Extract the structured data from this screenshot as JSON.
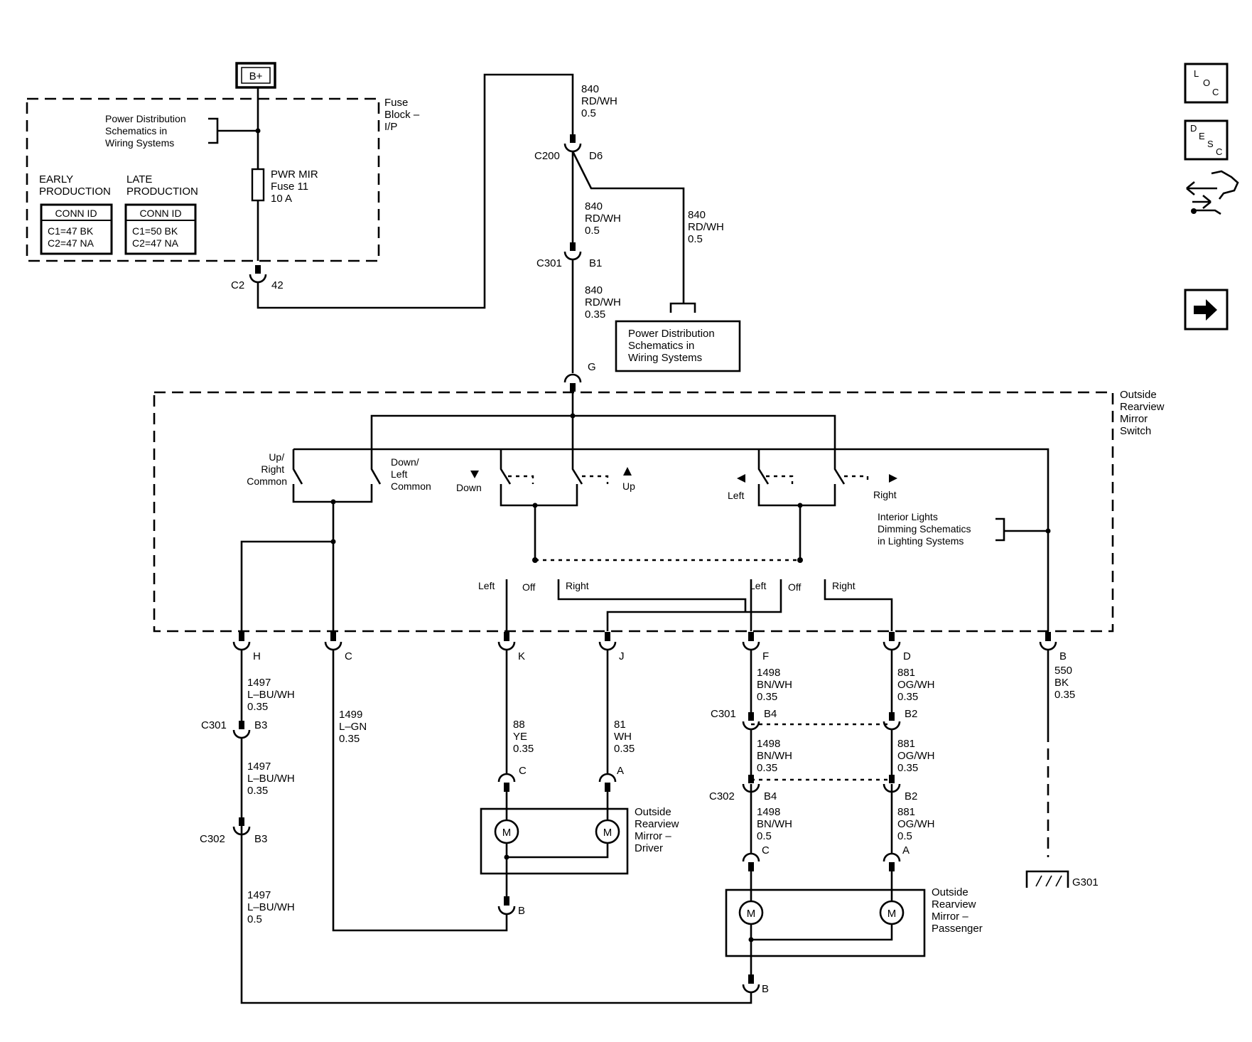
{
  "power_source": "B+",
  "fuse_block": {
    "title": [
      "Fuse",
      "Block –",
      "I/P"
    ],
    "power_ref": [
      "Power Distribution",
      "Schematics in",
      "Wiring Systems"
    ],
    "early": {
      "title": [
        "EARLY",
        "PRODUCTION"
      ],
      "table_header": "CONN ID",
      "rows": [
        "C1=47 BK",
        "C2=47 NA"
      ]
    },
    "late": {
      "title": [
        "LATE",
        "PRODUCTION"
      ],
      "table_header": "CONN ID",
      "rows": [
        "C1=50 BK",
        "C2=47 NA"
      ]
    },
    "fuse": [
      "PWR MIR",
      "Fuse 11",
      "10 A"
    ],
    "out_connector": "C2",
    "out_pin": "42"
  },
  "wires": {
    "w840_top": [
      "840",
      "RD/WH",
      "0.5"
    ],
    "w840_mid": [
      "840",
      "RD/WH",
      "0.5"
    ],
    "w840_branch": [
      "840",
      "RD/WH",
      "0.5"
    ],
    "w840_bot": [
      "840",
      "RD/WH",
      "0.35"
    ],
    "w1497_a": [
      "1497",
      "L–BU/WH",
      "0.35"
    ],
    "w1497_b": [
      "1497",
      "L–BU/WH",
      "0.35"
    ],
    "w1497_c": [
      "1497",
      "L–BU/WH",
      "0.5"
    ],
    "w1499": [
      "1499",
      "L–GN",
      "0.35"
    ],
    "w88": [
      "88",
      "YE",
      "0.35"
    ],
    "w81": [
      "81",
      "WH",
      "0.35"
    ],
    "w1498_a": [
      "1498",
      "BN/WH",
      "0.35"
    ],
    "w1498_b": [
      "1498",
      "BN/WH",
      "0.35"
    ],
    "w1498_c": [
      "1498",
      "BN/WH",
      "0.5"
    ],
    "w881_a": [
      "881",
      "OG/WH",
      "0.35"
    ],
    "w881_b": [
      "881",
      "OG/WH",
      "0.35"
    ],
    "w881_c": [
      "881",
      "OG/WH",
      "0.5"
    ],
    "w550": [
      "550",
      "BK",
      "0.35"
    ]
  },
  "connectors": {
    "c200": "C200",
    "c200_pin": "D6",
    "c301": "C301",
    "c301_b1": "B1",
    "switch_g": "G",
    "pin_h": "H",
    "pin_c": "C",
    "pin_k": "K",
    "pin_j": "J",
    "pin_f": "F",
    "pin_d": "D",
    "pin_b": "B",
    "c301_left": "C301",
    "c301_b3": "B3",
    "c302_left": "C302",
    "c302_b3": "B3",
    "c301_right": "C301",
    "c301_b4": "B4",
    "c301_b2": "B2",
    "c302_right": "C302",
    "c302_b4": "B4",
    "c302_b2": "B2",
    "drv_c": "C",
    "drv_a": "A",
    "drv_b": "B",
    "pas_c": "C",
    "pas_a": "A",
    "pas_b": "B"
  },
  "power_ref_right": [
    "Power Distribution",
    "Schematics in",
    "Wiring Systems"
  ],
  "switch": {
    "title": [
      "Outside",
      "Rearview",
      "Mirror",
      "Switch"
    ],
    "up_right_common": [
      "Up/",
      "Right",
      "Common"
    ],
    "down_left_common": [
      "Down/",
      "Left",
      "Common"
    ],
    "down": "Down",
    "up": "Up",
    "left": "Left",
    "right": "Right",
    "sel1": {
      "left": "Left",
      "off": "Off",
      "right": "Right"
    },
    "sel2": {
      "left": "Left",
      "off": "Off",
      "right": "Right"
    },
    "interior_ref": [
      "Interior Lights",
      "Dimming Schematics",
      "in Lighting Systems"
    ]
  },
  "mirror_driver": {
    "title": [
      "Outside",
      "Rearview",
      "Mirror –",
      "Driver"
    ],
    "motor": "M"
  },
  "mirror_passenger": {
    "title": [
      "Outside",
      "Rearview",
      "Mirror –",
      "Passenger"
    ],
    "motor": "M"
  },
  "ground": "G301",
  "nav_icons": [
    {
      "icon": "loc-icon",
      "text": [
        "L",
        "O",
        "C"
      ]
    },
    {
      "icon": "desc-icon",
      "text": [
        "D",
        "E",
        "S",
        "C"
      ]
    },
    {
      "icon": "hand-tool-icon"
    },
    {
      "icon": "next-arrow-icon"
    }
  ]
}
